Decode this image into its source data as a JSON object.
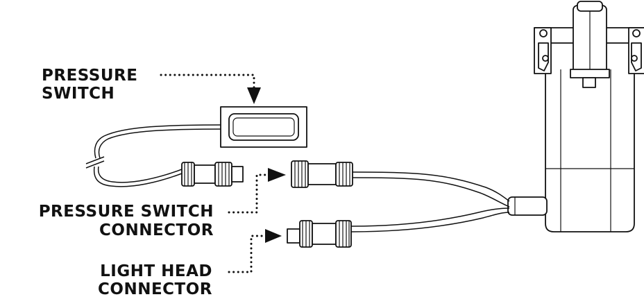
{
  "labels": {
    "pressure_switch": [
      "PRESSURE",
      "SWITCH"
    ],
    "pressure_switch_connector": [
      "PRESSURE SWITCH",
      "CONNECTOR"
    ],
    "light_head_connector": [
      "LIGHT HEAD",
      "CONNECTOR"
    ]
  },
  "colors": {
    "ink": "#111111",
    "paper": "#ffffff"
  }
}
